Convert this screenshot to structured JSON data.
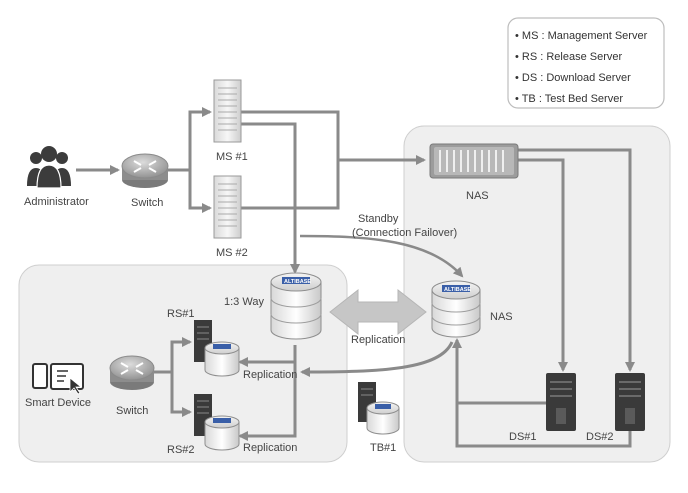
{
  "legend": {
    "items": [
      "• MS : Management Server",
      "• RS : Release Server",
      "• DS : Download Server",
      "• TB : Test Bed Server"
    ]
  },
  "nodes": {
    "administrator": "Administrator",
    "switch_top": "Switch",
    "ms1": "MS #1",
    "ms2": "MS #2",
    "nas_top": "NAS",
    "db_main_label": "1:3 Way",
    "db_nas": "NAS",
    "rs1": "RS#1",
    "rs2": "RS#2",
    "smart_device": "Smart Device",
    "switch_bottom": "Switch",
    "tb1": "TB#1",
    "ds1": "DS#1",
    "ds2": "DS#2",
    "db_logo": "ALTIBASE"
  },
  "edges": {
    "standby_line1": "Standby",
    "standby_line2": "(Connection Failover)",
    "replication_main": "Replication",
    "replication_rs1": "Replication",
    "replication_rs2": "Replication"
  }
}
